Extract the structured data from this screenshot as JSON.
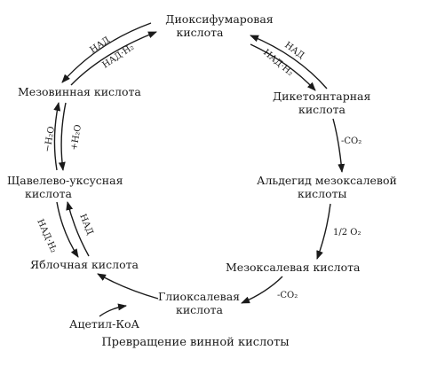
{
  "nodes": {
    "dioxyfumaric_line1": "Диоксифумаровая",
    "dioxyfumaric_line2": "кислота",
    "mesotartaric": "Мезовинная кислота",
    "diketosuccinic_line1": "Дикетоянтарная",
    "diketosuccinic_line2": "кислота",
    "oxaloacetic_line1": "Щавелево-уксусная",
    "oxaloacetic_line2": "кислота",
    "mesoxalic_aldehyde_line1": "Альдегид мезоксалевой",
    "mesoxalic_aldehyde_line2": "кислоты",
    "malic": "Яблочная кислота",
    "mesoxalic": "Мезоксалевая кислота",
    "glyoxylic_line1": "Глиоксалевая",
    "glyoxylic_line2": "кислота",
    "acetyl_coa": "Ацетил-КоА"
  },
  "edge_labels": {
    "nad_top_left": "НАД",
    "nadh2_top_left": "НАД·Н₂",
    "nad_top_right": "НАД",
    "nadh2_top_right": "НАД·Н₂",
    "minus_h2o": "−H₂O",
    "plus_h2o": "+H₂O",
    "minus_co2_right": "-CO₂",
    "half_o2": "1/2 O₂",
    "nadh2_lower_left": "НАД·Н₂",
    "nad_lower_left": "НАД",
    "minus_co2_bottom": "-CO₂"
  },
  "caption": "Превращение винной кислоты"
}
